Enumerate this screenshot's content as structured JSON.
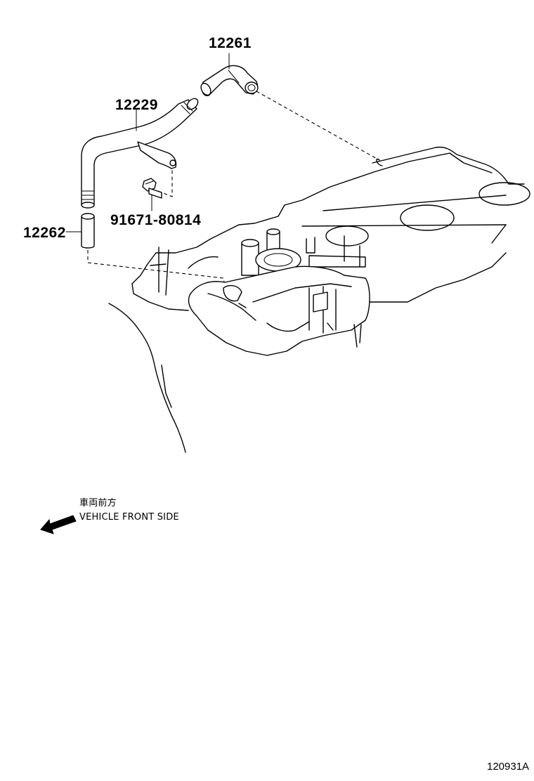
{
  "parts": {
    "breather_hose_upper": "12261",
    "ventilation_pipe": "12229",
    "bolt": "91671-80814",
    "breather_hose_lower": "12262"
  },
  "direction": {
    "label_jp": "車両前方",
    "label_en": "VEHICLE FRONT SIDE"
  },
  "figure_id": "120931A"
}
